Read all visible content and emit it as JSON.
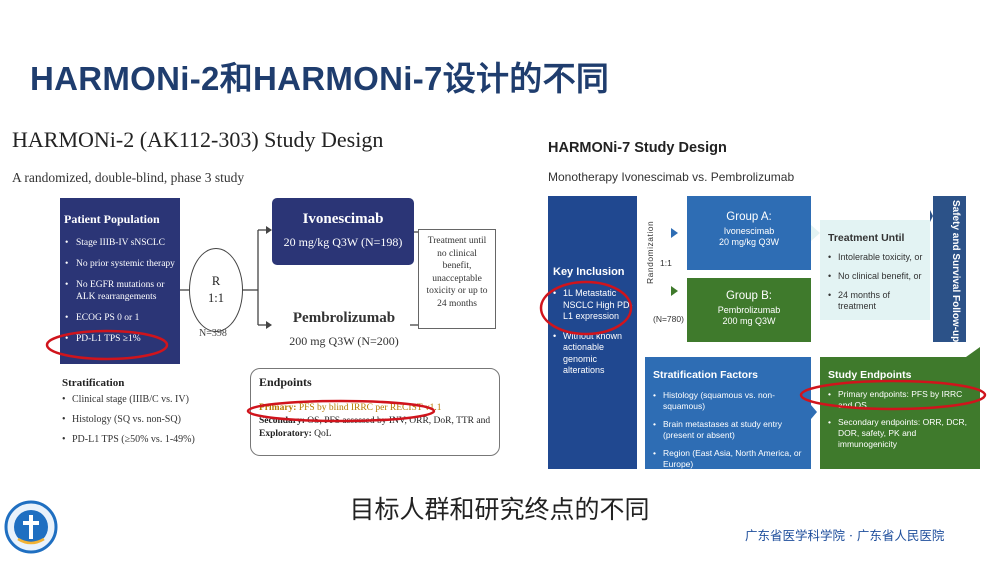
{
  "slide_title": "HARMONi-2和HARMONi-7设计的不同",
  "harmoni2": {
    "title": "HARMONi-2 (AK112-303) Study Design",
    "subtitle": "A randomized, double-blind, phase 3 study",
    "population": {
      "heading": "Patient Population",
      "items": [
        "Stage IIIB-IV sNSCLC",
        "No prior systemic therapy",
        "No EGFR mutations or ALK rearrangements",
        "ECOG PS 0 or 1",
        "PD-L1 TPS ≥1%"
      ]
    },
    "stratification": {
      "heading": "Stratification",
      "items": [
        "Clinical stage (IIIB/C vs. IV)",
        "Histology (SQ vs. non-SQ)",
        "PD-L1 TPS (≥50% vs. 1-49%)"
      ]
    },
    "randomization": {
      "letter": "R",
      "ratio": "1:1",
      "n": "N=398"
    },
    "arm1": {
      "name": "Ivonescimab",
      "dose": "20 mg/kg Q3W (N=198)"
    },
    "arm2": {
      "name": "Pembrolizumab",
      "dose": "200 mg Q3W (N=200)"
    },
    "treatment": "Treatment until no clinical benefit, unacceptable toxicity or up to 24 months",
    "endpoints": {
      "heading": "Endpoints",
      "primary_label": "Primary:",
      "primary": "PFS by blind IRRC per RECIST v1.1",
      "secondary_label": "Secondary:",
      "secondary": "OS, PFS assessed by INV, ORR, DoR, TTR and safety",
      "exploratory_label": "Exploratory:",
      "exploratory": "QoL"
    }
  },
  "harmoni7": {
    "title": "HARMONi-7 Study Design",
    "subtitle": "Monotherapy Ivonescimab vs. Pembrolizumab",
    "inclusion": {
      "heading": "Key Inclusion",
      "items": [
        "1L Metastatic NSCLC High PD-L1 expression",
        "Without known actionable genomic alterations"
      ]
    },
    "randomization_label": "Randomization",
    "ratio": "1:1",
    "n": "(N=780)",
    "groupA": {
      "name": "Group A:",
      "detail1": "Ivonescimab",
      "detail2": "20 mg/kg Q3W"
    },
    "groupB": {
      "name": "Group B:",
      "detail1": "Pembrolizumab",
      "detail2": "200 mg Q3W"
    },
    "treatment_until": {
      "heading": "Treatment Until",
      "items": [
        "Intolerable toxicity, or",
        "No clinical benefit, or",
        "24 months of treatment"
      ]
    },
    "followup": "Safety and Survival Follow-up",
    "stratification": {
      "heading": "Stratification Factors",
      "items": [
        "Histology (squamous vs. non-squamous)",
        "Brain metastases at study entry (present or absent)",
        "Region (East Asia, North America, or Europe)"
      ]
    },
    "endpoints": {
      "heading": "Study Endpoints",
      "items": [
        "Primary endpoints: PFS by IRRC and OS",
        "Secondary endpoints: ORR, DCR, DOR, safety, PK and immunogenicity"
      ]
    }
  },
  "caption": "目标人群和研究终点的不同",
  "footer": {
    "org": "广东省医学科学院 · 广东省人民医院"
  },
  "colors": {
    "title": "#1f3d6e",
    "navy": "#2b3576",
    "blue": "#2e6db4",
    "green": "#3f7a2c",
    "highlight": "#d0141c"
  }
}
